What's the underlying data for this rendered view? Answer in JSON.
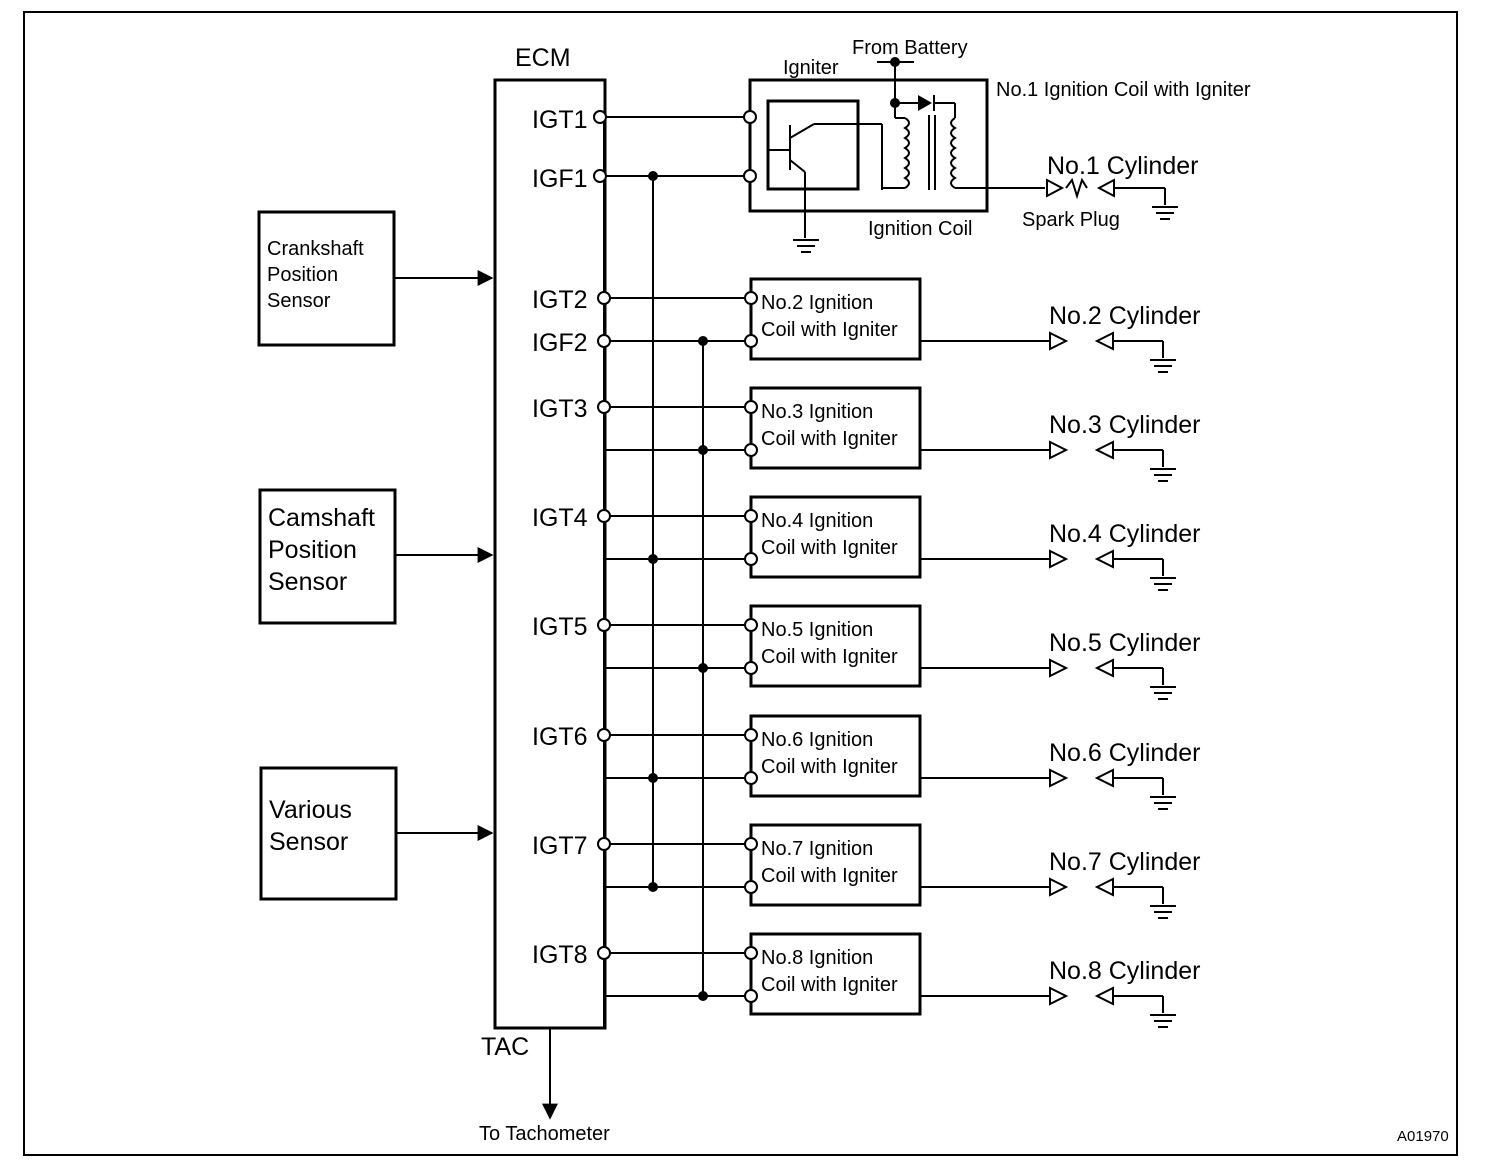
{
  "ecm": {
    "title": "ECM",
    "tac": "TAC",
    "to_tachometer": "To Tachometer"
  },
  "sensors": [
    {
      "lines": [
        "Crankshaft",
        "Position",
        "Sensor"
      ]
    },
    {
      "lines": [
        "Camshaft",
        "Position",
        "Sensor"
      ]
    },
    {
      "lines": [
        "Various",
        "Sensor"
      ]
    }
  ],
  "no1": {
    "from_battery": "From Battery",
    "igniter": "Igniter",
    "assembly_label": "No.1 Ignition Coil with Igniter",
    "ignition_coil": "Ignition Coil",
    "spark_plug": "Spark Plug",
    "cylinder": "No.1 Cylinder",
    "igt": "IGT1",
    "igf": "IGF1"
  },
  "igf2": "IGF2",
  "coils": [
    {
      "igt": "IGT2",
      "line1": "No.2 Ignition",
      "line2": "Coil with Igniter",
      "cylinder": "No.2 Cylinder"
    },
    {
      "igt": "IGT3",
      "line1": "No.3 Ignition",
      "line2": "Coil with Igniter",
      "cylinder": "No.3 Cylinder"
    },
    {
      "igt": "IGT4",
      "line1": "No.4 Ignition",
      "line2": "Coil with Igniter",
      "cylinder": "No.4 Cylinder"
    },
    {
      "igt": "IGT5",
      "line1": "No.5 Ignition",
      "line2": "Coil with Igniter",
      "cylinder": "No.5 Cylinder"
    },
    {
      "igt": "IGT6",
      "line1": "No.6 Ignition",
      "line2": "Coil with Igniter",
      "cylinder": "No.6 Cylinder"
    },
    {
      "igt": "IGT7",
      "line1": "No.7 Ignition",
      "line2": "Coil with Igniter",
      "cylinder": "No.7 Cylinder"
    },
    {
      "igt": "IGT8",
      "line1": "No.8 Ignition",
      "line2": "Coil with Igniter",
      "cylinder": "No.8 Cylinder"
    }
  ],
  "figure_code": "A01970"
}
